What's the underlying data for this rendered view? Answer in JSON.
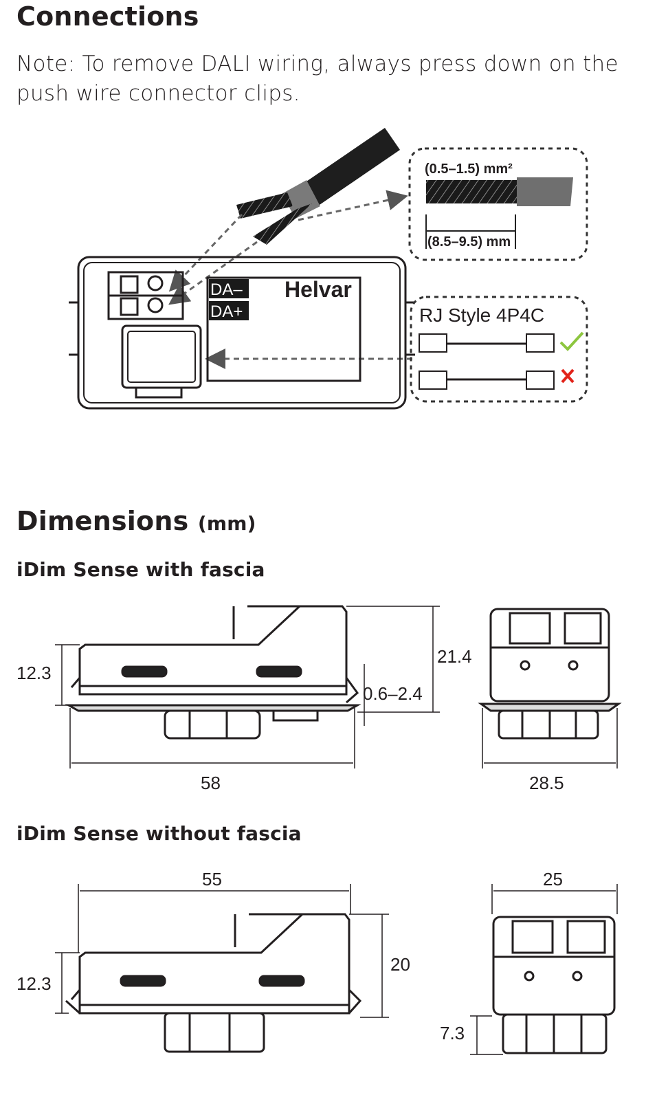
{
  "connections": {
    "title": "Connections",
    "note": "Note: To remove DALI wiring, always press down on the push wire connector clips.",
    "wire_gauge": "(0.5–1.5) mm²",
    "strip_length": "(8.5–9.5) mm",
    "terminal_minus": "DA–",
    "terminal_plus": "DA+",
    "brand": "Helvar",
    "rj_label": "RJ Style 4P4C",
    "check_color": "#8dc63f",
    "cross_color": "#e2231a"
  },
  "dimensions": {
    "title": "Dimensions",
    "unit": "(mm)",
    "with_fascia": {
      "heading": "iDim Sense with fascia",
      "height_left": "12.3",
      "height_total": "21.4",
      "fascia_range": "0.6–2.4",
      "length": "58",
      "width": "28.5"
    },
    "without_fascia": {
      "heading": "iDim Sense without fascia",
      "length": "55",
      "width": "25",
      "height_left": "12.3",
      "height_total": "20",
      "base_height": "7.3"
    }
  }
}
